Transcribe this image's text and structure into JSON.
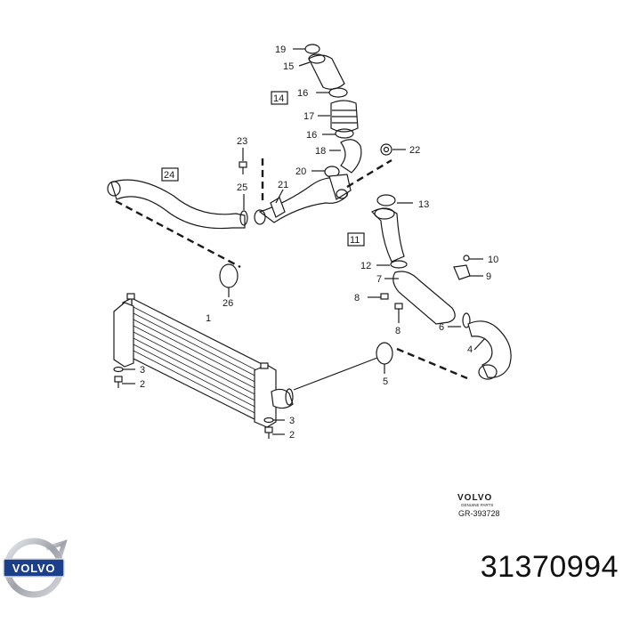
{
  "callouts": {
    "c1": "1",
    "c2a": "2",
    "c2b": "2",
    "c3a": "3",
    "c3b": "3",
    "c4": "4",
    "c5": "5",
    "c6": "6",
    "c7": "7",
    "c8a": "8",
    "c8b": "8",
    "c9": "9",
    "c10": "10",
    "c11": "11",
    "c12": "12",
    "c13": "13",
    "c14": "14",
    "c15": "15",
    "c16a": "16",
    "c16b": "16",
    "c17": "17",
    "c18": "18",
    "c19": "19",
    "c20": "20",
    "c21": "21",
    "c22": "22",
    "c23": "23",
    "c24": "24",
    "c25": "25",
    "c26": "26"
  },
  "stamp": {
    "brand": "VOLVO",
    "subtitle": "GENUINE PARTS",
    "code": "GR-393728"
  },
  "logo": {
    "text": "VOLVO"
  },
  "part_number": "31370994",
  "colors": {
    "ink": "#1a1a1a",
    "logo_blue": "#1c3f8c",
    "logo_silver": "#b9bcc1"
  }
}
